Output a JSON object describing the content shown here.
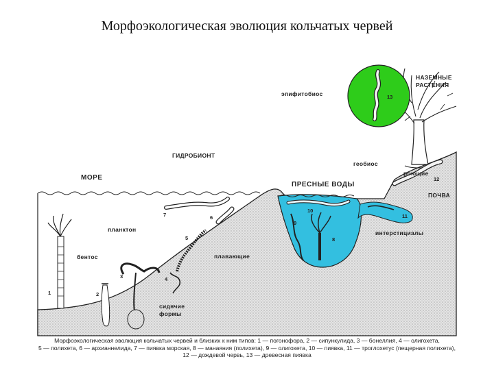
{
  "title": "Морфоэкологическая эволюция кольчатых червей",
  "labels": {
    "epiphytobios": "эпифитобиос",
    "land_plants_1": "НАЗЕМНЫЕ",
    "land_plants_2": "РАСТЕНИЯ",
    "hydrobionts": "ГИДРОБИОНТ",
    "geobios": "геобиос",
    "burrowing": "роющие",
    "sea": "МОРЕ",
    "fresh_water": "ПРЕСНЫЕ ВОДЫ",
    "soil": "ПОЧВА",
    "plankton": "планктон",
    "interstitial": "интерстициалы",
    "benthos": "бентос",
    "swimming": "плавающие",
    "sessile_1": "сидячие",
    "sessile_2": "формы"
  },
  "numbers": [
    "1",
    "2",
    "3",
    "4",
    "5",
    "6",
    "7",
    "8",
    "9",
    "10",
    "11",
    "12",
    "13"
  ],
  "caption": {
    "line1": "Морфоэкологическая эволюция кольчатых червей и близких к ним типов: 1 — погонофора, 2 — сипункулида, 3 — бонеллия, 4 — олигохета,",
    "line2": "5 — полихета, 6 — архианнелида, 7 — пиявка морская, 8 — манаяния (полихета), 9 — олигохета, 10 — пиявка, 11 — троглохетус (пещерная полихета),",
    "line3": "12 — дождевой червь, 13 — древесная пиявка"
  },
  "colors": {
    "freshwater": "#33bfe0",
    "epiphyte_circle": "#2ecc1a",
    "ground": "#d8d8d8",
    "outline": "#222222"
  }
}
